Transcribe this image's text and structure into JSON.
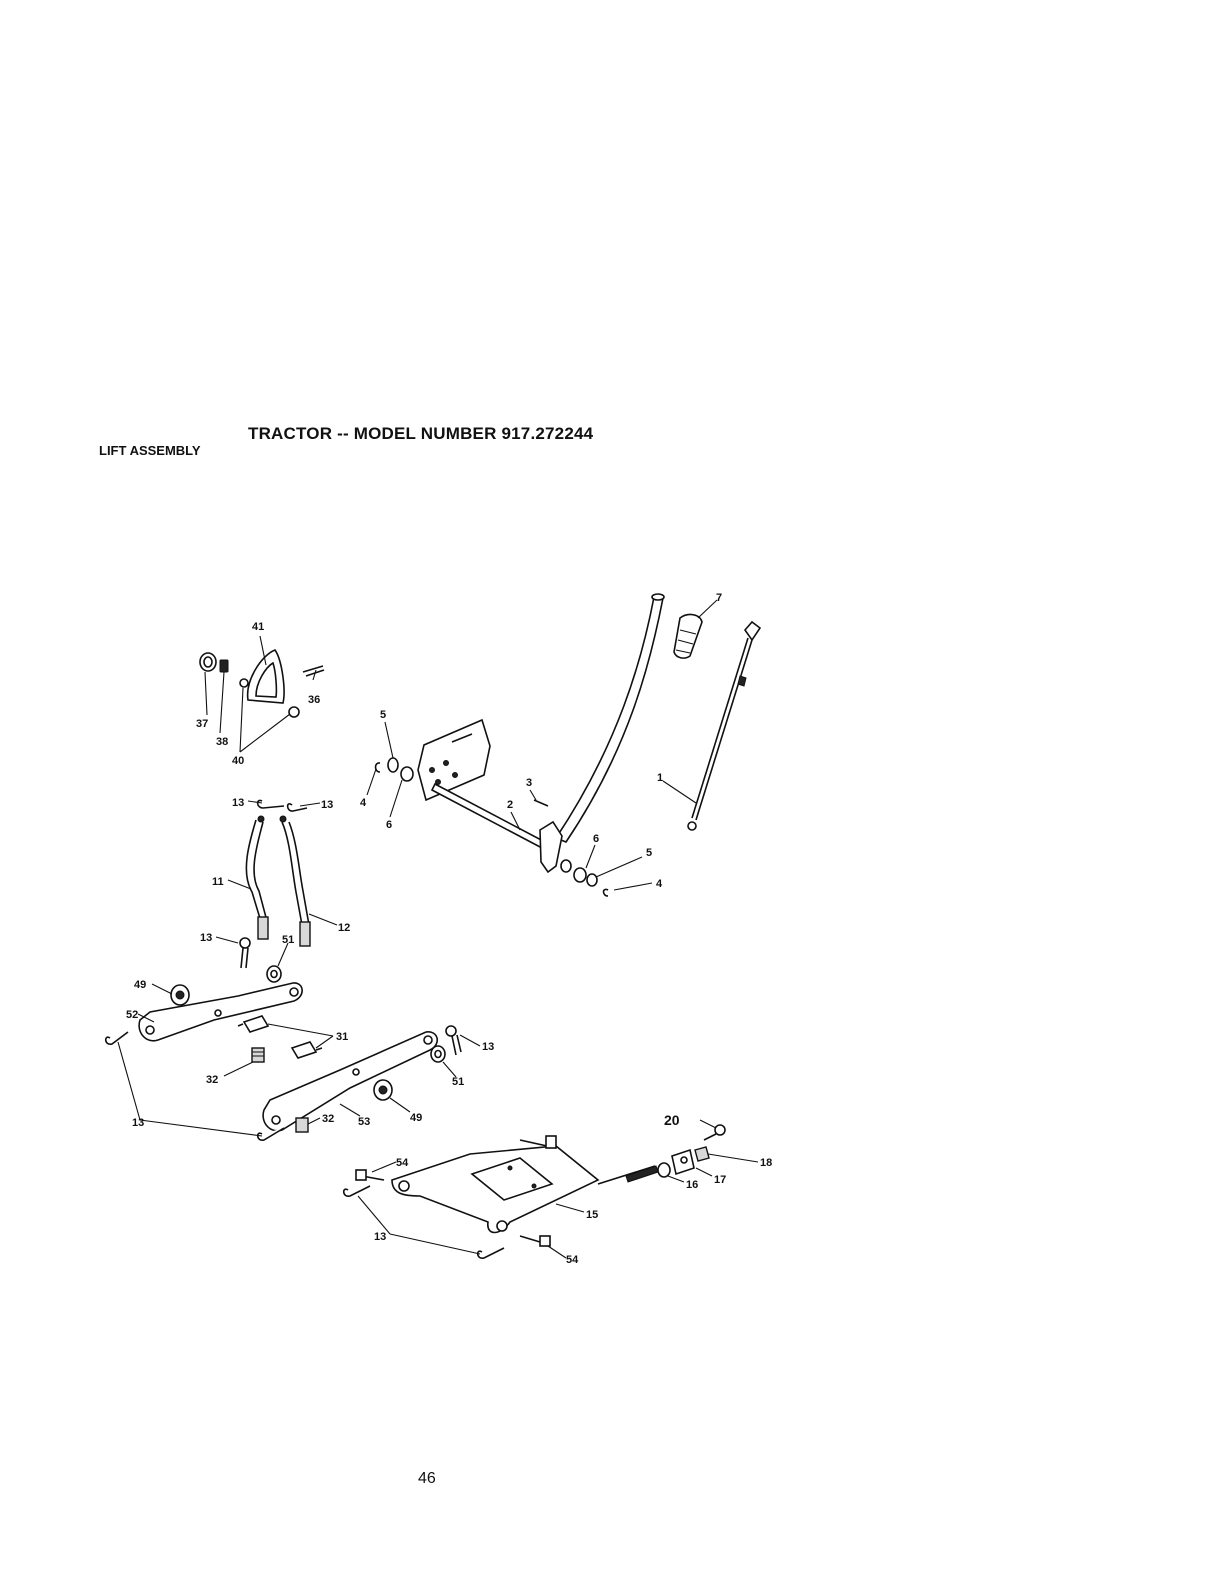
{
  "header": {
    "title": "TRACTOR -- MODEL NUMBER 917.272244",
    "section": "LIFT ASSEMBLY"
  },
  "page_number": "46",
  "callouts": {
    "p1": "1",
    "p2": "2",
    "p3": "3",
    "p4a": "4",
    "p4b": "4",
    "p5a": "5",
    "p5b": "5",
    "p6a": "6",
    "p6b": "6",
    "p7": "7",
    "p11": "11",
    "p12": "12",
    "p13a": "13",
    "p13b": "13",
    "p13c": "13",
    "p13d": "13",
    "p13e": "13",
    "p13f": "13",
    "p15": "15",
    "p16": "16",
    "p17": "17",
    "p18": "18",
    "p20": "20",
    "p31": "31",
    "p32a": "32",
    "p32b": "32",
    "p36": "36",
    "p37": "37",
    "p38": "38",
    "p40": "40",
    "p41": "41",
    "p49a": "49",
    "p49b": "49",
    "p51a": "51",
    "p51b": "51",
    "p52": "52",
    "p53": "53",
    "p54a": "54",
    "p54b": "54"
  }
}
